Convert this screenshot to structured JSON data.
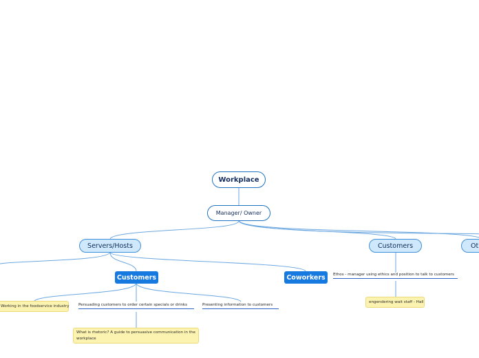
{
  "nodes": {
    "workplace": "Workplace",
    "manager_owner": "Manager/ Owner",
    "servers_hosts": "Servers/Hosts",
    "customers_right": "Customers",
    "other_truncated": "Oth",
    "customers_topic": "Customers",
    "coworkers_topic": "Coworkers",
    "ethos_text": "Ethos - manager using ethics and position to talk to customers",
    "wait_staff_note": "engendering wait staff - Hall",
    "foodservice_note": "Working in the foodservice industry",
    "persuading_text": "Persuading customers to order certain specials or drinks",
    "presenting_text": "Presenting information to customers",
    "rhetoric_note": "What is rhetoric? A guide to persuasive communication in the workplace"
  },
  "colors": {
    "connector": "#6aa6e0",
    "pill_fill": "#cfe8fb",
    "topic_blue": "#1679e0",
    "note_yellow": "#fdf3b0",
    "underline": "#2962c4"
  }
}
